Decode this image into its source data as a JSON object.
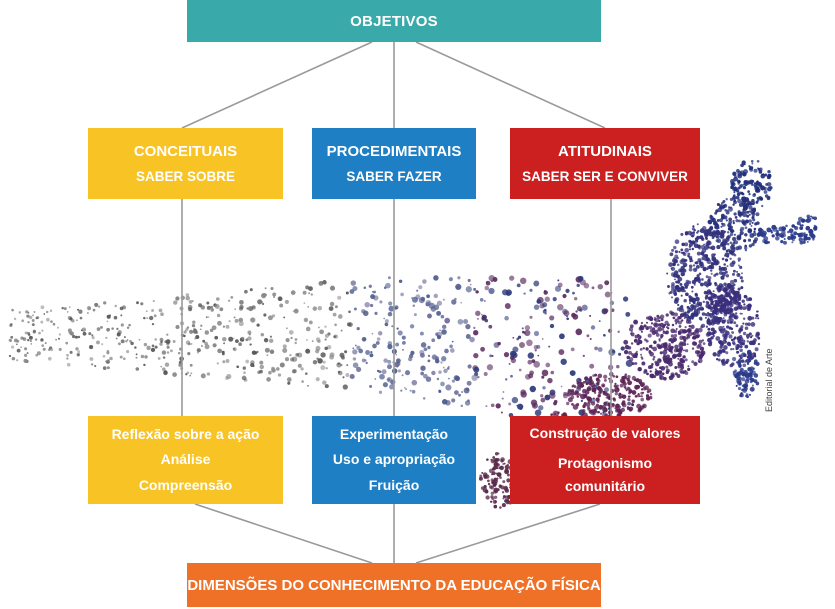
{
  "colors": {
    "teal": "#3aa9a9",
    "yellow": "#f7c325",
    "blue": "#1e7fc5",
    "red": "#cc1f20",
    "orange": "#ee7127",
    "connector": "#9a9a9a"
  },
  "header": {
    "label": "OBJETIVOS"
  },
  "categories": [
    {
      "title": "CONCEITUAIS",
      "subtitle": "SABER SOBRE",
      "color": "#f7c325"
    },
    {
      "title": "PROCEDIMENTAIS",
      "subtitle": "SABER FAZER",
      "color": "#1e7fc5"
    },
    {
      "title": "ATITUDINAIS",
      "subtitle": "SABER SER E CONVIVER",
      "color": "#cc1f20"
    }
  ],
  "items": [
    {
      "lines": [
        "Reflexão sobre a ação",
        "Análise",
        "Compreensão"
      ]
    },
    {
      "lines": [
        "Experimentação",
        "Uso e apropriação",
        "Fruição"
      ]
    },
    {
      "lines": [
        "Construção de valores",
        "Protagonismo",
        "comunitário"
      ]
    }
  ],
  "footer": {
    "label": "DIMENSÕES DO CONHECIMENTO DA EDUCAÇÃO FÍSICA"
  },
  "credit": "Editorial de Arte",
  "illustration": {
    "subject": "runner-silhouette-made-of-dots"
  }
}
